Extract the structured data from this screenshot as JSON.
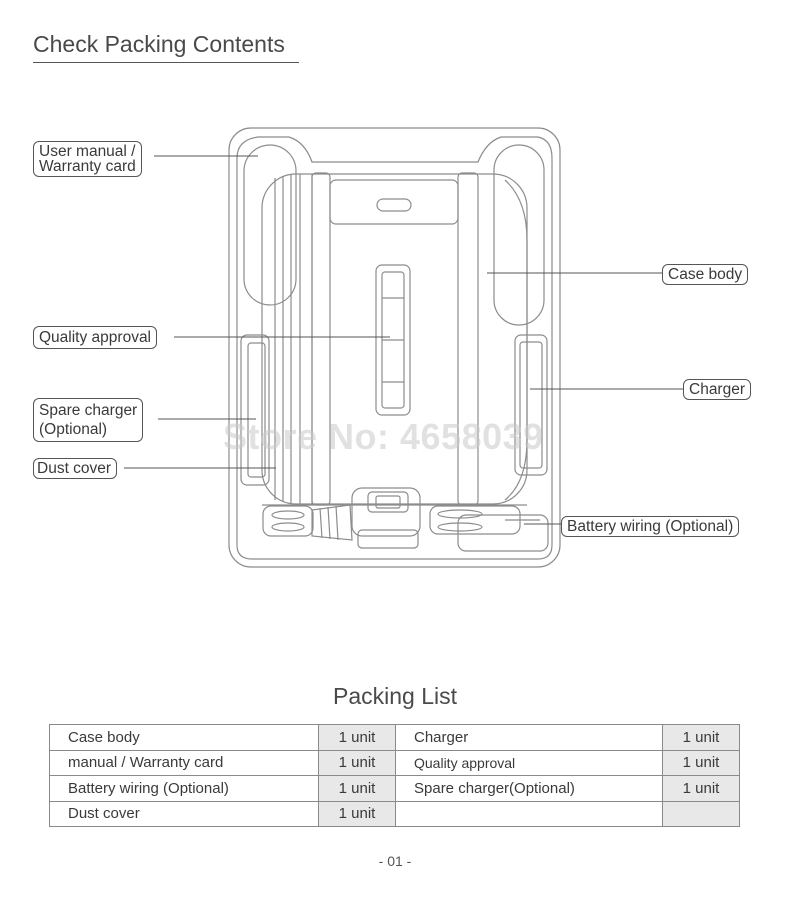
{
  "header": {
    "title": "Check Packing Contents"
  },
  "watermark": "Store No: 4658039",
  "callouts": {
    "user_manual_line1": "User manual /",
    "user_manual_line2": "Warranty card",
    "quality_approval": "Quality approval",
    "spare_charger_line1": "Spare charger",
    "spare_charger_line2": "(Optional)",
    "dust_cover": "Dust cover",
    "case_body": "Case body",
    "charger": "Charger",
    "battery_wiring": "Battery wiring (Optional)"
  },
  "packing_list": {
    "title": "Packing List",
    "rows": [
      {
        "item1": "Case body",
        "qty1": "1 unit",
        "item2": "Charger",
        "qty2": "1 unit"
      },
      {
        "item1": "manual / Warranty card",
        "qty1": "1 unit",
        "item2": "Quality approval",
        "qty2": "1 unit"
      },
      {
        "item1": "Battery wiring (Optional)",
        "qty1": "1 unit",
        "item2": "Spare charger(Optional)",
        "qty2": "1 unit"
      },
      {
        "item1": "Dust cover",
        "qty1": "1 unit",
        "item2": "",
        "qty2": ""
      }
    ]
  },
  "footer": {
    "page_number": "- 01 -"
  }
}
